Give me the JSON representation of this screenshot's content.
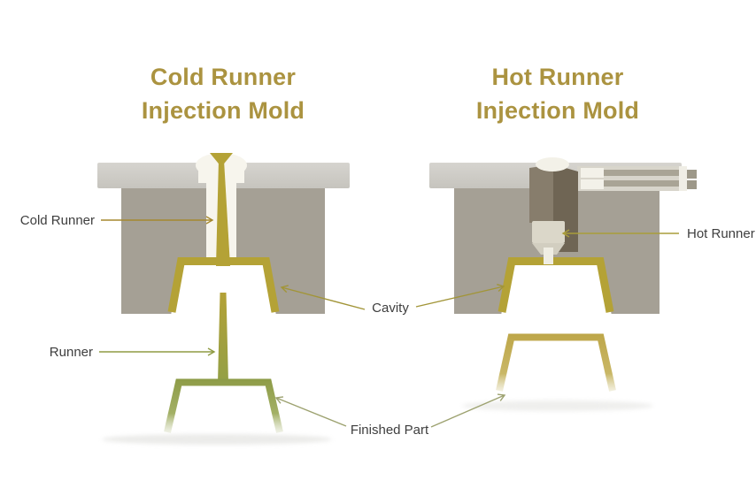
{
  "diagram": {
    "left_panel": {
      "title_line1": "Cold Runner",
      "title_line2": "Injection Mold",
      "labels": {
        "cold_runner": "Cold Runner",
        "runner": "Runner"
      }
    },
    "right_panel": {
      "title_line1": "Hot Runner",
      "title_line2": "Injection Mold",
      "labels": {
        "hot_runner": "Hot Runner"
      }
    },
    "shared_labels": {
      "cavity": "Cavity",
      "finished_part": "Finished Part"
    },
    "colors": {
      "background": "#ffffff",
      "title_gold": "#ab9340",
      "label_text": "#3e3e3e",
      "mold_plate_gray": "#d0cec9",
      "mold_body_gray": "#a5a095",
      "melt_gold": "#b4a236",
      "sprue_bushing_white": "#f7f5ed",
      "hot_block_light": "#877d6c",
      "hot_block_dark": "#6f6554",
      "nozzle_cream": "#dbd7c9",
      "finished_part_green": "#8e9c48",
      "finished_part_gold": "#bfa94a",
      "arrow_gold": "#a5882f",
      "arrow_olive": "#8f9b43"
    }
  }
}
